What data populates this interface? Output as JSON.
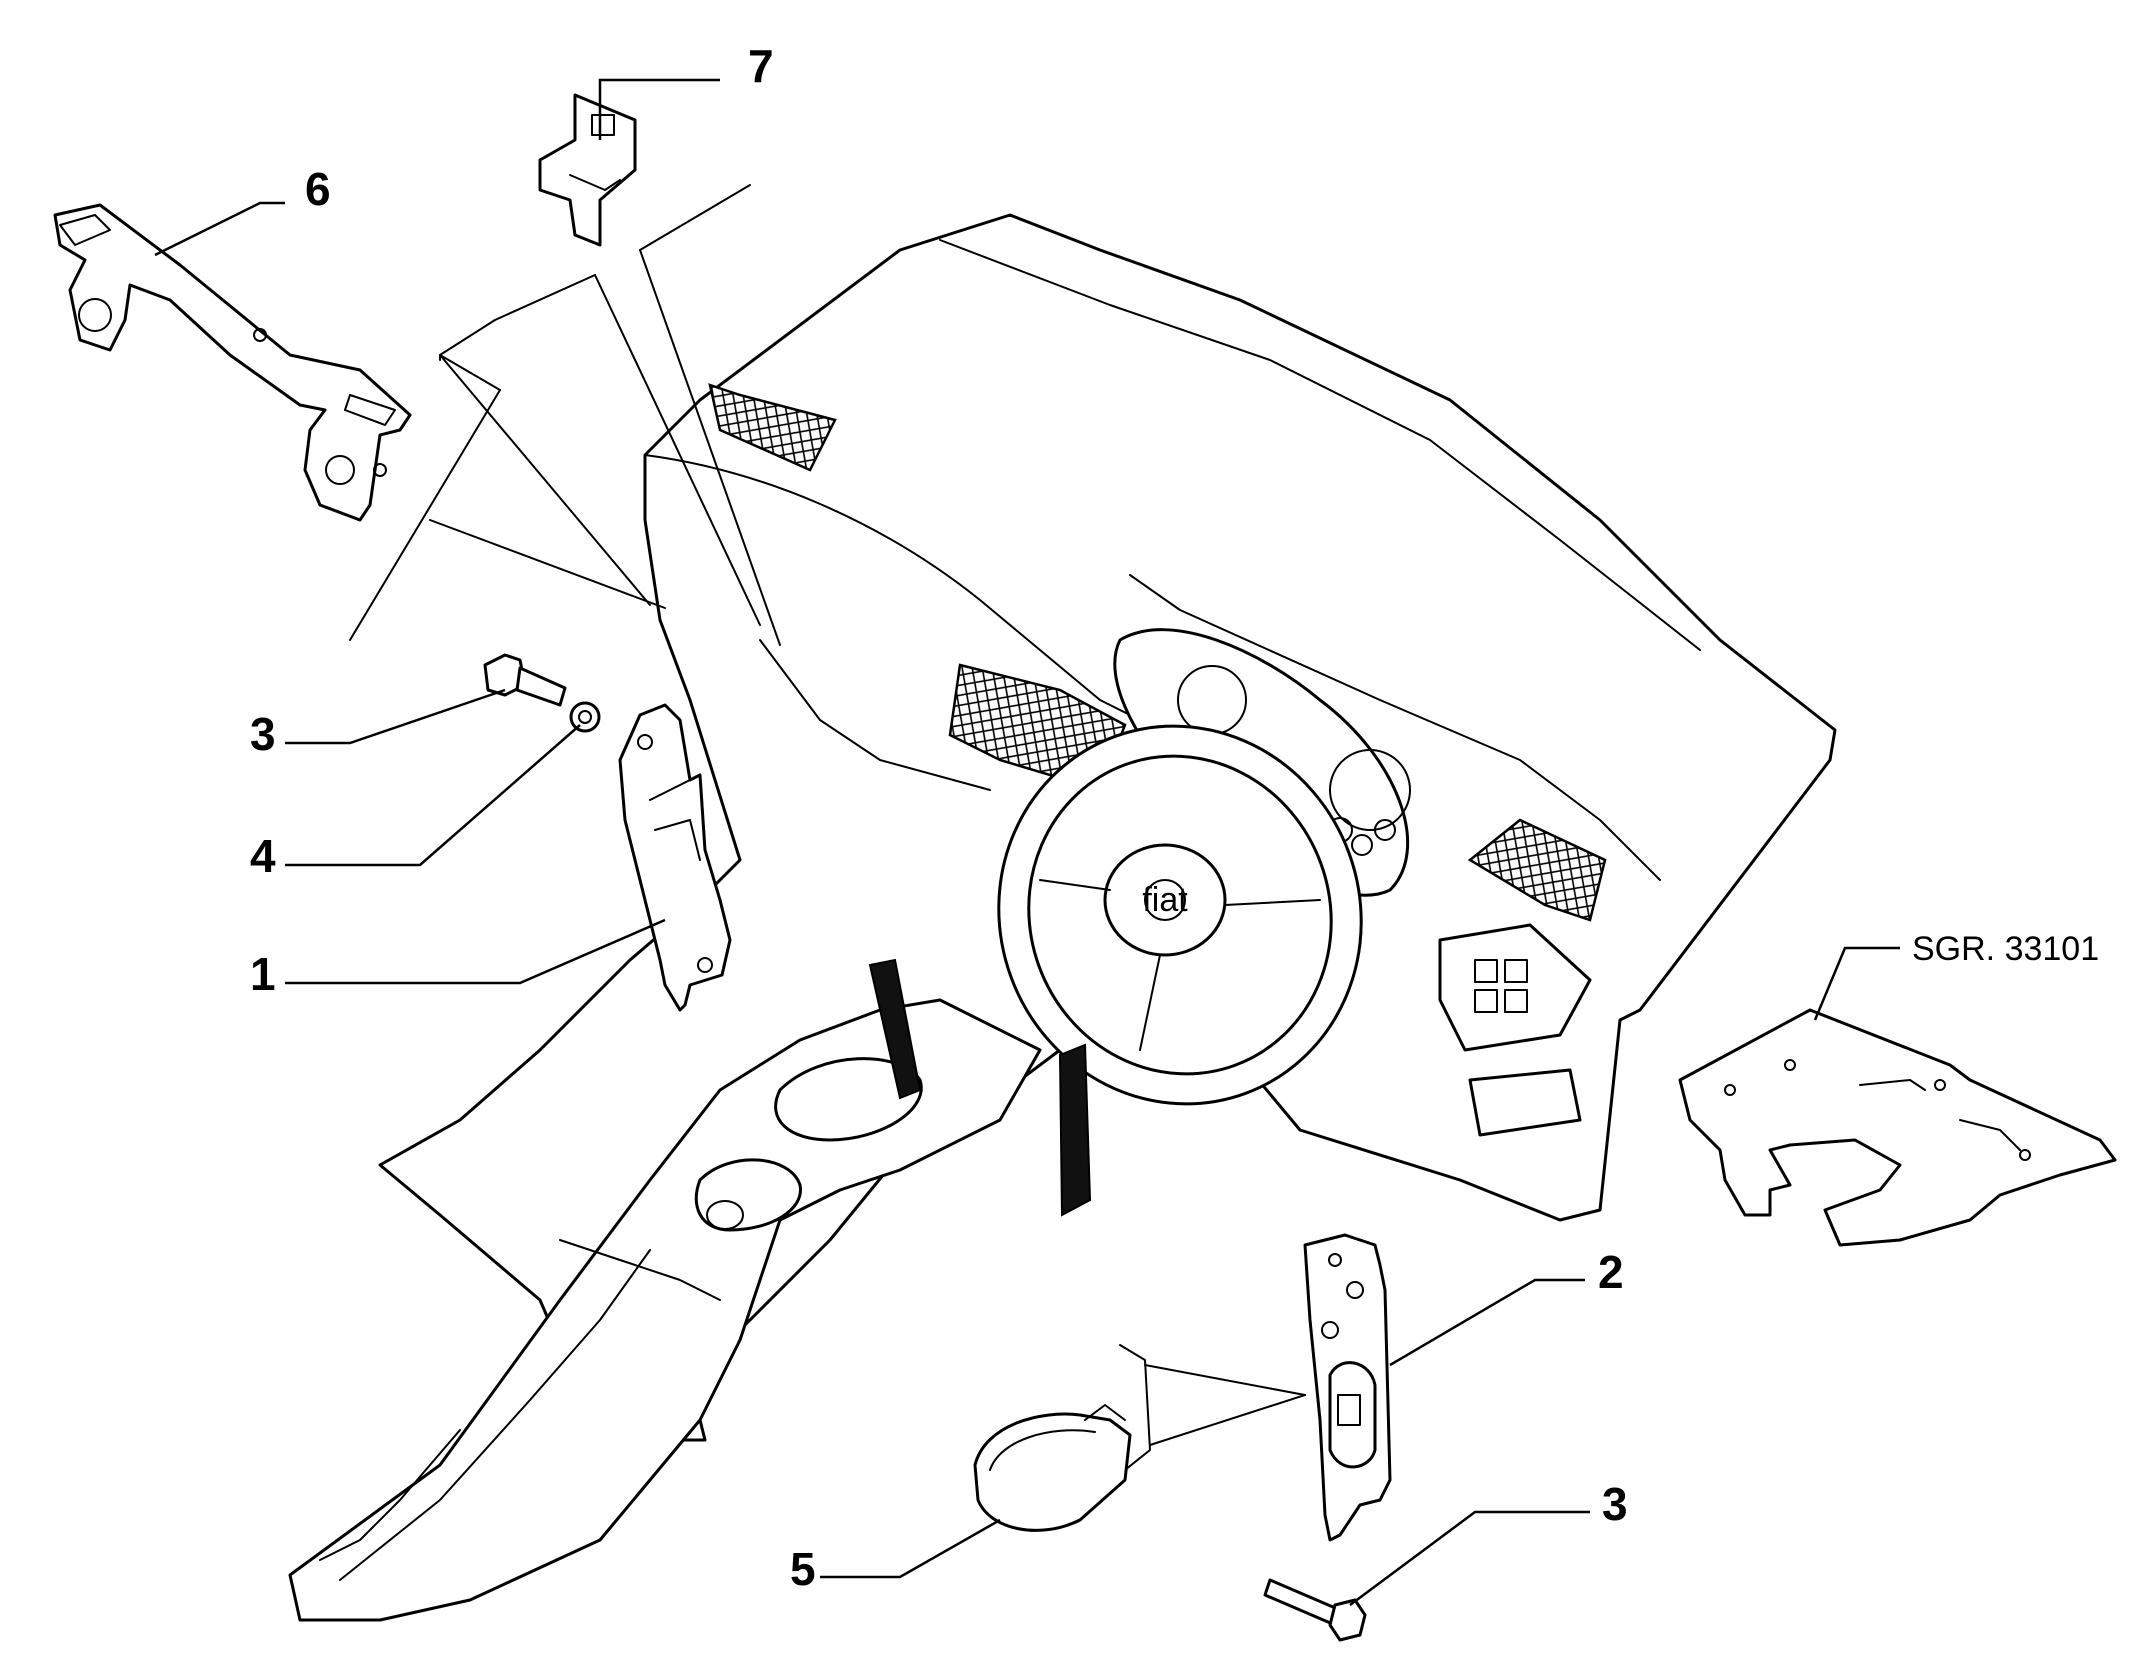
{
  "diagram": {
    "callouts": [
      {
        "id": "c7",
        "text": "7"
      },
      {
        "id": "c6",
        "text": "6"
      },
      {
        "id": "c3a",
        "text": "3"
      },
      {
        "id": "c4",
        "text": "4"
      },
      {
        "id": "c1",
        "text": "1"
      },
      {
        "id": "c2",
        "text": "2"
      },
      {
        "id": "c3b",
        "text": "3"
      },
      {
        "id": "c5",
        "text": "5"
      }
    ],
    "reference": "SGR. 33101",
    "badge": "fiat"
  }
}
